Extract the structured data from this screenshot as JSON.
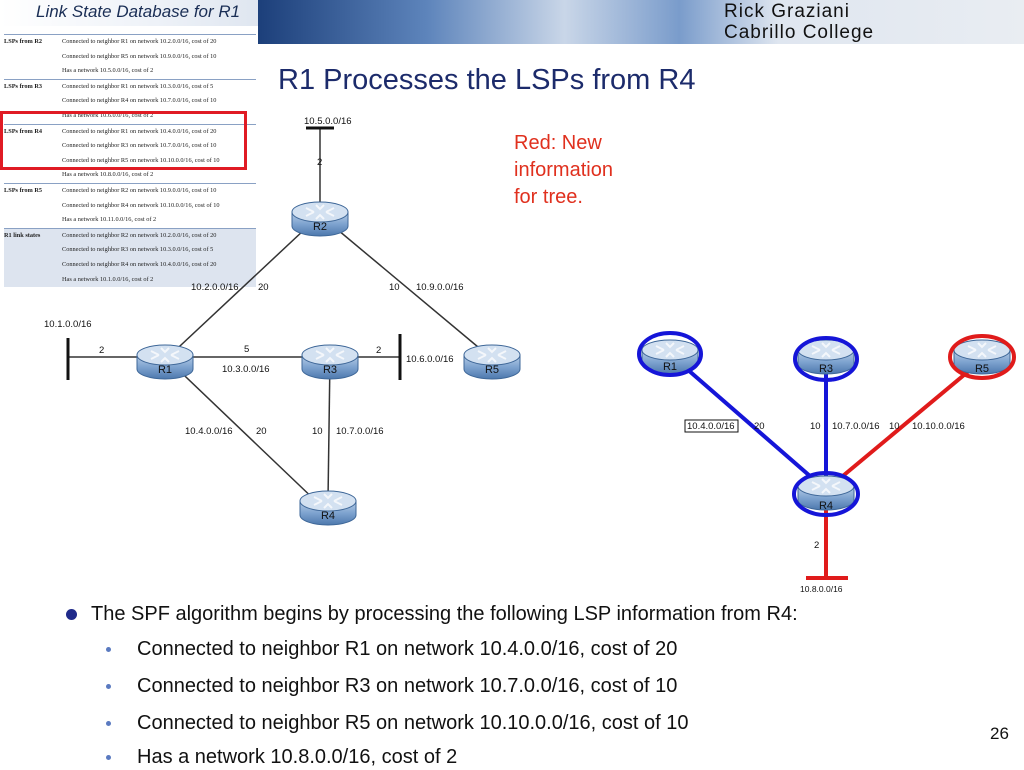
{
  "header": {
    "banner_name_line1": "Rick Graziani",
    "banner_name_line2": "Cabrillo College"
  },
  "lsdb": {
    "title": "Link State Database for R1",
    "groups": [
      {
        "label": "LSPs from R2",
        "rows": [
          "Connected to neighbor R1 on network 10.2.0.0/16, cost of 20",
          "Connected to neighbor R5 on network 10.9.0.0/16, cost of 10",
          "Has a network 10.5.0.0/16, cost of 2"
        ]
      },
      {
        "label": "LSPs from R3",
        "rows": [
          "Connected to neighbor R1 on network 10.3.0.0/16, cost of 5",
          "Connected to neighbor R4 on network 10.7.0.0/16, cost of 10",
          "Has a network 10.6.0.0/16, cost of 2"
        ]
      },
      {
        "label": "LSPs from R4",
        "rows": [
          "Connected to neighbor R1 on network 10.4.0.0/16, cost of 20",
          "Connected to neighbor R3 on network 10.7.0.0/16, cost of 10",
          "Connected to neighbor R5 on network 10.10.0.0/16, cost of 10",
          "Has a network 10.8.0.0/16, cost of 2"
        ]
      },
      {
        "label": "LSPs from R5",
        "rows": [
          "Connected to neighbor R2 on network 10.9.0.0/16, cost of 10",
          "Connected to neighbor R4 on network 10.10.0.0/16, cost of 10",
          "Has a network 10.11.0.0/16, cost of 2"
        ]
      },
      {
        "label": "R1 link states",
        "rows": [
          "Connected to neighbor R2 on network 10.2.0.0/16, cost of 20",
          "Connected to neighbor R3 on network 10.3.0.0/16, cost of 5",
          "Connected to neighbor R4 on network 10.4.0.0/16, cost of 20",
          "Has a network 10.1.0.0/16, cost of 2"
        ]
      }
    ]
  },
  "slide": {
    "title": "R1 Processes the LSPs from R4",
    "note_line1": "Red: New",
    "note_line2": "information",
    "note_line3": "for tree.",
    "page_number": "26"
  },
  "topology": {
    "routers": {
      "r1": "R1",
      "r2": "R2",
      "r3": "R3",
      "r4": "R4",
      "r5": "R5"
    },
    "networks": {
      "n5": "10.5.0.0/16",
      "n2": "10.2.0.0/16",
      "n9": "10.9.0.0/16",
      "n1": "10.1.0.0/16",
      "n3": "10.3.0.0/16",
      "n6": "10.6.0.0/16",
      "n4": "10.4.0.0/16",
      "n7": "10.7.0.0/16"
    },
    "costs": {
      "c5": "2",
      "c2": "20",
      "c9": "10",
      "c1": "2",
      "c3": "5",
      "c6": "2",
      "c4": "20",
      "c7": "10"
    }
  },
  "tree": {
    "routers": {
      "r1": "R1",
      "r3": "R3",
      "r5": "R5",
      "r4": "R4"
    },
    "networks": {
      "n4": "10.4.0.0/16",
      "n7": "10.7.0.0/16",
      "n10": "10.10.0.0/16",
      "n8": "10.8.0.0/16"
    },
    "costs": {
      "c4": "20",
      "c7": "10",
      "c10": "10",
      "c8": "2"
    },
    "colors": {
      "existing": "#1515d8",
      "new": "#e01b1b"
    }
  },
  "bullets": {
    "main": "The SPF algorithm begins by processing the following LSP information from R4:",
    "sub": [
      "Connected to neighbor R1 on network 10.4.0.0/16, cost of 20",
      "Connected to neighbor R3 on network 10.7.0.0/16, cost of 10",
      "Connected to neighbor R5 on network 10.10.0.0/16, cost of 10",
      "Has a network 10.8.0.0/16, cost of 2"
    ]
  }
}
